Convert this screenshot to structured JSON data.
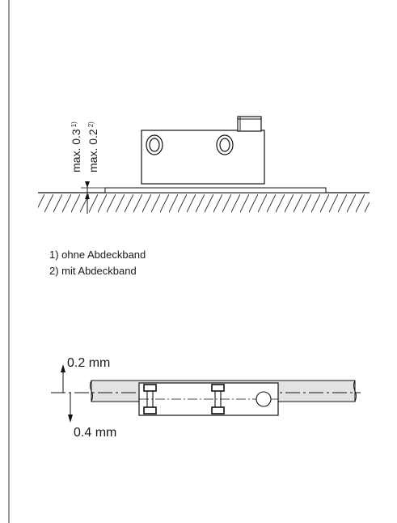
{
  "side_view": {
    "dim_max_1": "max. 0.3",
    "dim_max_1_ref": "1)",
    "dim_max_2": "max. 0.2",
    "dim_max_2_ref": "2)"
  },
  "legend": {
    "note_1": "1) ohne Abdeckband",
    "note_2": "2) mit Abdeckband"
  },
  "top_view": {
    "offset_up": "0.2 mm",
    "offset_down": "0.4 mm"
  }
}
